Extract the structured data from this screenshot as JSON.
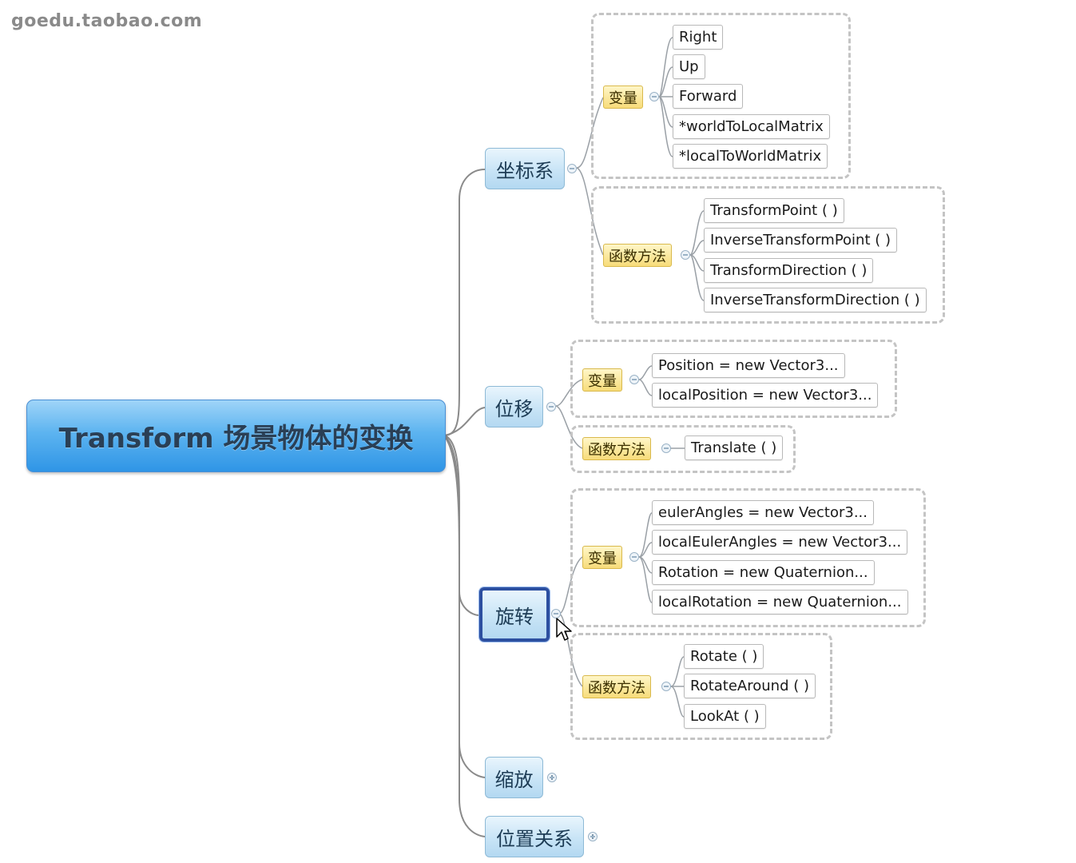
{
  "watermark": "goedu.taobao.com",
  "root": {
    "label": "Transform 场景物体的变换"
  },
  "topics": {
    "coord": {
      "label": "坐标系",
      "variables": {
        "tag": "变量",
        "items": [
          "Right",
          "Up",
          "Forward",
          "*worldToLocalMatrix",
          "*localToWorldMatrix"
        ]
      },
      "methods": {
        "tag": "函数方法",
        "items": [
          "TransformPoint ( )",
          "InverseTransformPoint ( )",
          "TransformDirection ( )",
          "InverseTransformDirection ( )"
        ]
      }
    },
    "move": {
      "label": "位移",
      "variables": {
        "tag": "变量",
        "items": [
          "Position = new Vector3...",
          "localPosition = new Vector3..."
        ]
      },
      "methods": {
        "tag": "函数方法",
        "items": [
          "Translate ( )"
        ]
      }
    },
    "rotate": {
      "label": "旋转",
      "variables": {
        "tag": "变量",
        "items": [
          "eulerAngles = new Vector3...",
          "localEulerAngles = new Vector3...",
          "Rotation = new Quaternion...",
          "localRotation = new Quaternion..."
        ]
      },
      "methods": {
        "tag": "函数方法",
        "items": [
          "Rotate ( )",
          "RotateAround ( )",
          "LookAt ( )"
        ]
      }
    },
    "scale": {
      "label": "缩放"
    },
    "relation": {
      "label": "位置关系"
    }
  }
}
